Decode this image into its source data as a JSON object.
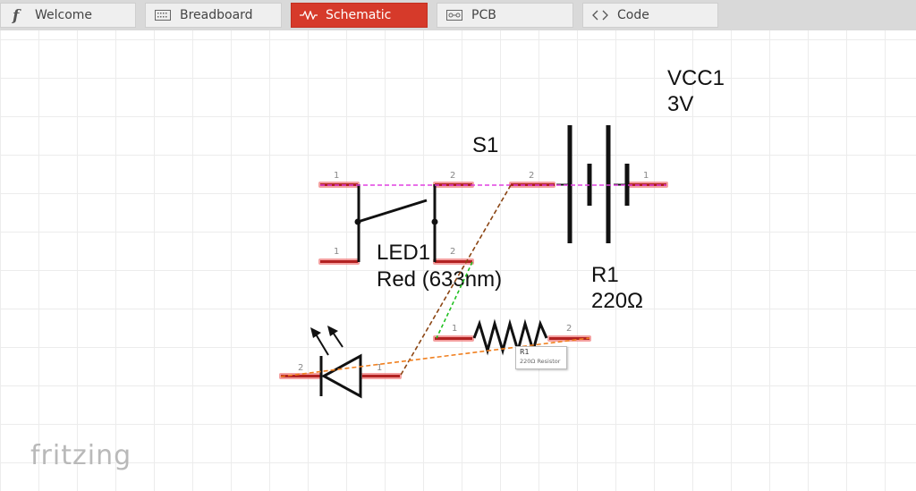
{
  "tabs": [
    {
      "label": "Welcome",
      "icon": "fritzing-f-icon",
      "active": false
    },
    {
      "label": "Breadboard",
      "icon": "breadboard-icon",
      "active": false
    },
    {
      "label": "Schematic",
      "icon": "resistor-icon",
      "active": true
    },
    {
      "label": "PCB",
      "icon": "pcb-icon",
      "active": false
    },
    {
      "label": "Code",
      "icon": "code-brackets-icon",
      "active": false
    }
  ],
  "colors": {
    "active_tab": "#d63a2a",
    "pin_highlight": "#f08080",
    "wire_pink": "#e040e0",
    "wire_brown": "#8b4513",
    "wire_orange": "#f08020",
    "wire_green": "#20c020"
  },
  "schematic": {
    "battery": {
      "name": "VCC1",
      "value": "3V",
      "pin1": "1",
      "pin2": "2"
    },
    "switch": {
      "name": "S1",
      "pins": [
        "1",
        "2",
        "1",
        "2"
      ]
    },
    "led": {
      "name": "LED1",
      "value": "Red (633nm)",
      "pin1": "1",
      "pin2": "2"
    },
    "resistor": {
      "name": "R1",
      "value": "220Ω",
      "pin1": "1",
      "pin2": "2"
    }
  },
  "tooltip": {
    "title": "R1",
    "subtitle": "220Ω Resistor"
  },
  "logo": "fritzing"
}
